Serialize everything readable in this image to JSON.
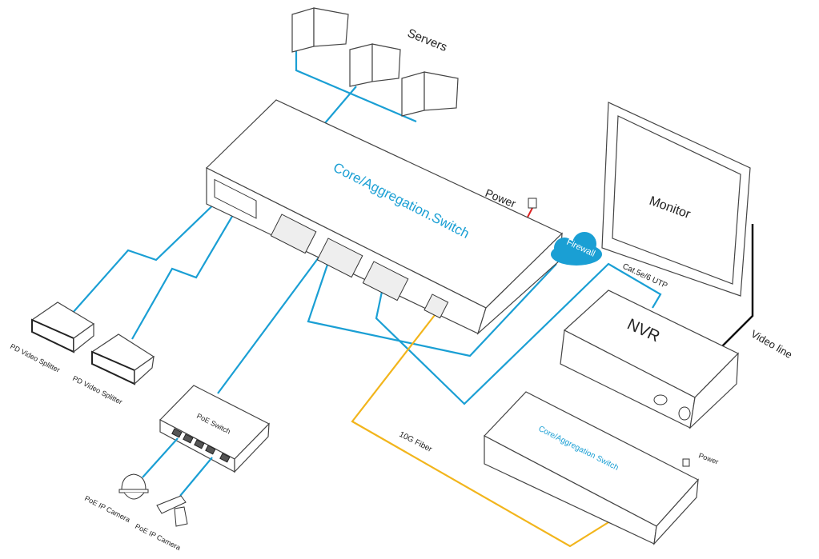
{
  "labels": {
    "servers": "Servers",
    "core_switch": "Core/Aggregation.Switch",
    "power_main": "Power",
    "firewall": "Firewall",
    "monitor": "Monitor",
    "cat_utp": "Cat.5e/6 UTP",
    "nvr": "NVR",
    "video_line": "Video line",
    "splitter_1": "PD Video Splitter",
    "splitter_2": "PD Video Splitter",
    "poe_switch": "PoE Switch",
    "camera_1": "PoE IP Camera",
    "camera_2": "PoE IP Camera",
    "fiber": "10G Fiber",
    "core_switch_2": "Core/Aggregation Switch",
    "power_2": "Power"
  },
  "colors": {
    "ethernet": "#1a9fd4",
    "fiber": "#f2b51c",
    "video": "#111111",
    "accent_text": "#1a9fd4"
  }
}
